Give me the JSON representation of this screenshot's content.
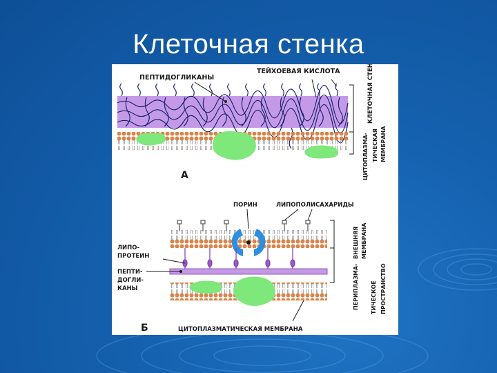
{
  "slide": {
    "title": "Клеточная стенка"
  },
  "diagram": {
    "panel_a": {
      "letter": "А",
      "label_peptidoglycans": "ПЕПТИДОГЛИКАНЫ",
      "label_teichoic_acid": "ТЕЙХОЕВАЯ КИСЛОТА",
      "label_cell_wall": "КЛЕТОЧНАЯ СТЕНКА",
      "label_cyto_membrane_line1": "ЦИТОПЛАЗМА-",
      "label_cyto_membrane_line2": "ТИЧЕСКАЯ",
      "label_cyto_membrane_line3": "МЕМБРАНА"
    },
    "panel_b": {
      "letter": "Б",
      "label_porin": "ПОРИН",
      "label_lps": "ЛИПОПОЛИСАХАРИДЫ",
      "label_lipoprotein_line1": "ЛИПО-",
      "label_lipoprotein_line2": "ПРОТЕИН",
      "label_peptidoglycans_line1": "ПЕПТИ-",
      "label_peptidoglycans_line2": "ДОГЛИ-",
      "label_peptidoglycans_line3": "КАНЫ",
      "label_outer_membrane_line1": "ВНЕШНЯЯ",
      "label_outer_membrane_line2": "МЕМБРАНА",
      "label_periplasm_line1": "ПЕРИПЛАЗМА-",
      "label_periplasm_line2": "ТИЧЕСКОЕ",
      "label_periplasm_line3": "ПРОСТРАНСТВО",
      "label_cyto_membrane": "ЦИТОПЛАЗМАТИЧЕСКАЯ МЕМБРАНА"
    },
    "colors": {
      "peptidoglycan": "#c49ae8",
      "protein": "#7ee87a",
      "lipid_head": "#d9844a",
      "porin": "#2e8fe0",
      "lipoprotein": "#a05ac8"
    }
  }
}
